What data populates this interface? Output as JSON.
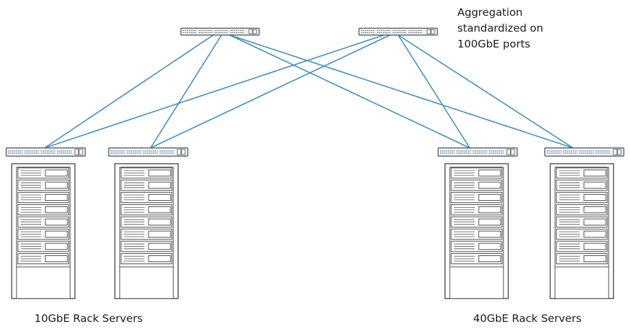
{
  "annotation": {
    "lines": [
      "Aggregation",
      "standardized on",
      "100GbE ports"
    ]
  },
  "groups": {
    "left": {
      "label": "10GbE Rack Servers"
    },
    "right": {
      "label": "40GbE Rack Servers"
    }
  },
  "colors": {
    "link": "#3a8ec0",
    "device_stroke": "#4a4a4a",
    "switch_fill": "#eaf2f8"
  }
}
